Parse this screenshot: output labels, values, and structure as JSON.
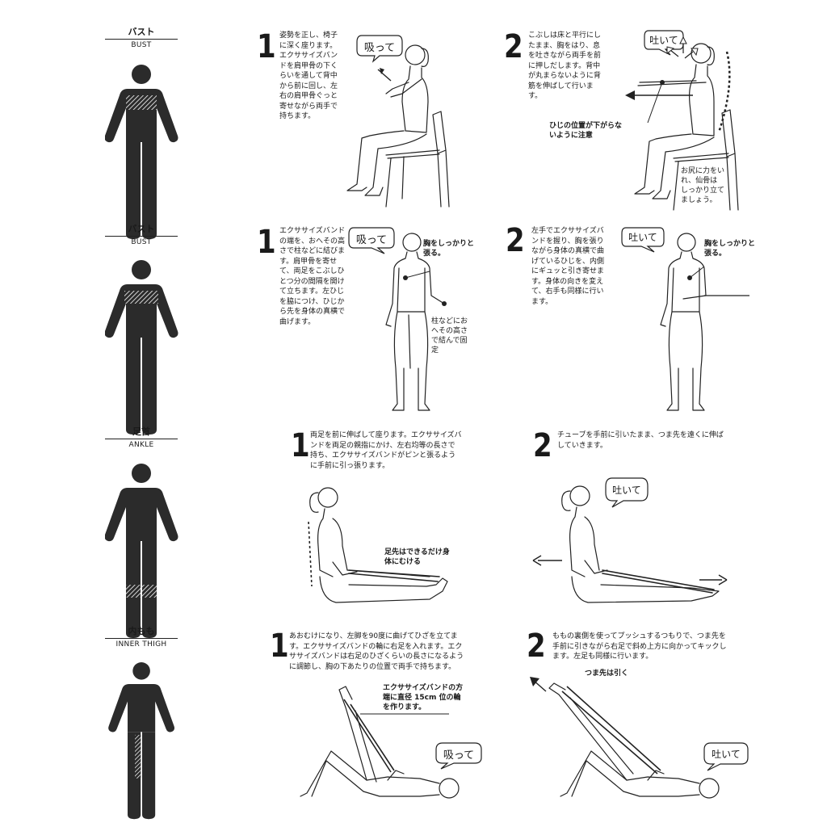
{
  "sections": [
    {
      "label_jp": "バスト",
      "label_en": "BUST",
      "step1": {
        "num": "1",
        "text": "姿勢を正し、椅子に深く座ります。エクササイズバンドを肩甲骨の下くらいを通して背中から前に回し、左右の肩甲骨ぐっと寄せながら両手で持ちます。",
        "bubble": "吸って"
      },
      "step2": {
        "num": "2",
        "text": "こぶしは床と平行にしたまま、胸をはり、息を吐きながら両手を前に押しだします。背中が丸まらないように背筋を伸ばして行います。",
        "bubble": "吐いて",
        "note1": "ひじの位置が下がらないように注意",
        "note2": "お尻に力をいれ、仙骨はしっかり立てましょう。"
      }
    },
    {
      "label_jp": "バスト",
      "label_en": "BUST",
      "step1": {
        "num": "1",
        "text": "エクササイズバンドの端を、おへその高さで柱などに結びます。肩甲骨を寄せて、両足をこぶしひとつ分の間隔を開けて立ちます。左ひじを脇につけ、ひじから先を身体の真横で曲げます。",
        "bubble": "吸って",
        "note1": "胸をしっかりと張る。",
        "note2": "柱などにおへその高さで結んで固定"
      },
      "step2": {
        "num": "2",
        "text": "左手でエクササイズバンドを握り、胸を張りながら身体の真横で曲げているひじを、内側にギュッと引き寄せます。身体の向きを変えて、右手も同様に行います。",
        "bubble": "吐いて",
        "note1": "胸をしっかりと張る。"
      }
    },
    {
      "label_jp": "足首",
      "label_en": "ANKLE",
      "step1": {
        "num": "1",
        "text": "両足を前に伸ばして座ります。エクササイズバンドを両足の親指にかけ、左右均等の長さで持ち、エクササイズバンドがピンと張るように手前に引っ張ります。",
        "note1": "足先はできるだけ身体にむける"
      },
      "step2": {
        "num": "2",
        "text": "チューブを手前に引いたまま、つま先を遠くに伸ばしていきます。",
        "bubble": "吐いて"
      }
    },
    {
      "label_jp": "内もも",
      "label_en": "INNER THIGH",
      "step1": {
        "num": "1",
        "text": "あおむけになり、左脚を90度に曲げてひざを立てます。エクササイズバンドの輪に右足を入れます。エクササイズバンドは右足のひざくらいの長さになるように調節し、胸の下あたりの位置で両手で持ちます。",
        "bubble": "吸って",
        "note1": "エクササイズバンドの方端に直径 15cm 位の輪を作ります。"
      },
      "step2": {
        "num": "2",
        "text": "ももの裏側を使ってプッシュするつもりで、つま先を手前に引きながら右足で斜め上方に向かってキックします。左足も同様に行います。",
        "bubble": "吐いて",
        "note1": "つま先は引く"
      }
    }
  ],
  "colors": {
    "figure": "#2b2b2b",
    "text": "#1a1a1a"
  }
}
